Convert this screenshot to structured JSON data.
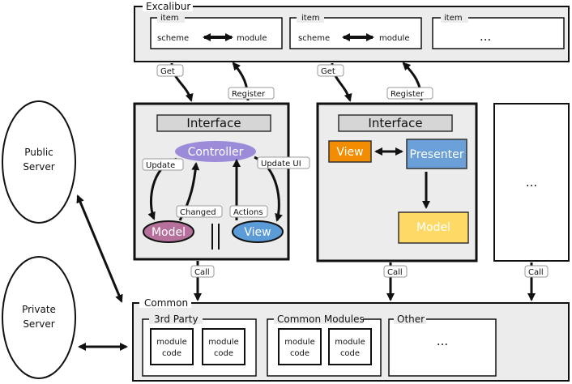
{
  "excalibur": {
    "title": "Excalibur",
    "items": [
      {
        "label": "item",
        "left": "scheme",
        "right": "module"
      },
      {
        "label": "item",
        "left": "scheme",
        "right": "module"
      },
      {
        "label": "item",
        "ellipsis": "..."
      }
    ]
  },
  "edges": {
    "get": "Get",
    "register": "Register",
    "call": "Call"
  },
  "servers": {
    "public": [
      "Public",
      "Server"
    ],
    "private": [
      "Private",
      "Server"
    ]
  },
  "mvc": {
    "interface": "Interface",
    "controller": "Controller",
    "model": "Model",
    "view": "View",
    "update": "Update",
    "update_ui": "Update UI",
    "changed": "Changed",
    "actions": "Actions"
  },
  "mvp": {
    "interface": "Interface",
    "view": "View",
    "presenter": "Presenter",
    "model": "Model"
  },
  "third_box": {
    "ellipsis": "..."
  },
  "common": {
    "title": "Common",
    "third_party": {
      "title": "3rd Party",
      "modules": [
        [
          "module",
          "code"
        ],
        [
          "module",
          "code"
        ]
      ]
    },
    "common_modules": {
      "title": "Common Modules",
      "modules": [
        [
          "module",
          "code"
        ],
        [
          "module",
          "code"
        ]
      ]
    },
    "other": {
      "title": "Other",
      "ellipsis": "..."
    }
  },
  "colors": {
    "controller": "#9b8bd9",
    "model_mvc": "#b5719b",
    "view_mvc": "#5b9bd8",
    "view_mvp": "#f28c00",
    "presenter": "#6a9fd8",
    "model_mvp": "#ffd966",
    "panel": "#ececec"
  }
}
